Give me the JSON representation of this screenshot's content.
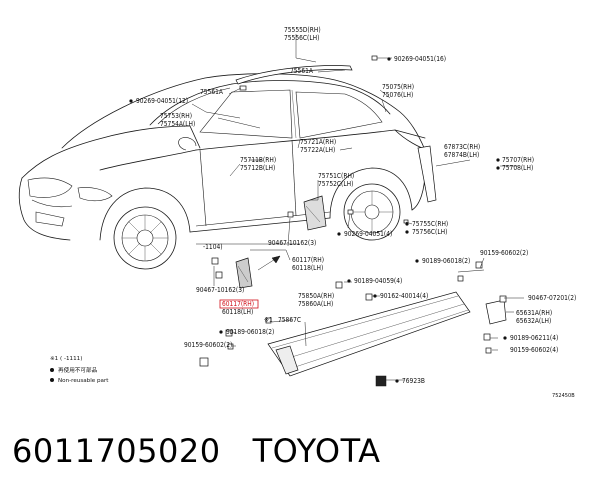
{
  "labels": {
    "l75555d": "75555D(RH)",
    "l75556c": "75556C(LH)",
    "l90269_16": "90269-04051(16)",
    "l75561a_r": "75561A",
    "l75561a_l": "75561A",
    "l90269_12": "90269-04051(12)",
    "l75753": "75753(RH)",
    "l75754a": "75754A(LH)",
    "l75075": "75075(RH)",
    "l75076": "75076(LH)",
    "l75721a": "75721A(RH)",
    "l75722a": "75722A(LH)",
    "l75711b": "75711B(RH)",
    "l75712b": "75712B(LH)",
    "l67873c": "67873C(RH)",
    "l67874b": "67874B(LH)",
    "l75707": "75707(RH)",
    "l75708": "75708(LH)",
    "l75751c": "75751C(RH)",
    "l75752c": "75752C(LH)",
    "l90269_4": "90269-04051(4)",
    "l75755c": "75755C(RH)",
    "l75756c": "75756C(LH)",
    "l90467_3a": "90467-10162(3)",
    "l60117a": "60117(RH)",
    "l60118a": "60118(LH)",
    "l1104": "-1104)",
    "l90467_3b": "90467-10162(3)",
    "l60117b": "60117(RH)",
    "l60118b": "60118(LH)",
    "l90189_4": "90189-04059(4)",
    "l90162": "90162-40014(4)",
    "l90159_2a": "90159-60602(2)",
    "l90189_2a": "90189-06018(2)",
    "l90467_2": "90467-07201(2)",
    "l65631a": "65631A(RH)",
    "l65632a": "65632A(LH)",
    "l75850a": "75850A(RH)",
    "l75860a": "75860A(LH)",
    "l75867c": "75867C",
    "lmark": "※1",
    "l90189_2b": "90189-06018(2)",
    "l90159_2b": "90159-60602(2)",
    "l90189_1": "90189-06211(4)",
    "l90159_4": "90159-60602(4)",
    "l76923b": "76923B",
    "l752450b": "752450B"
  },
  "notes": {
    "range": "※1 (      -1111)",
    "reuse": "再使用不可部品",
    "nonreuse": "Non-reusable part"
  },
  "footer": {
    "part_number": "6011705020",
    "brand": "TOYOTA"
  }
}
